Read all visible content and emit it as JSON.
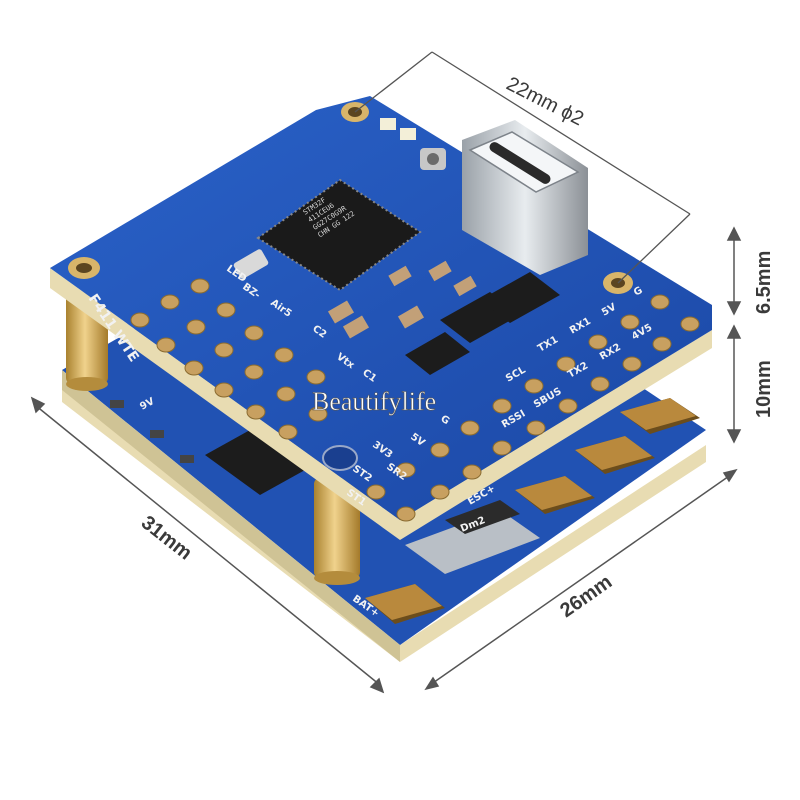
{
  "dimensions": {
    "hole_spacing": "22mm ϕ2",
    "board_height": "6.5mm",
    "stack_height": "10mm",
    "length": "31mm",
    "width": "26mm"
  },
  "board_labels": {
    "name": "F411 WTE",
    "led": "LED",
    "bz": "BZ-",
    "airs": "Air5",
    "c2": "C2",
    "c1": "C1",
    "vtx": "Vtx",
    "tx1": "TX1",
    "rx1": "RX1",
    "five_v_a": "5V",
    "g_a": "G",
    "tx2": "TX2",
    "rx2": "RX2",
    "four_v5": "4V5",
    "scl": "SCL",
    "sbus": "SBUS",
    "rssi": "RSSI",
    "three_v3": "3V3",
    "five_v_b": "5V",
    "g_b": "G",
    "st2": "ST2",
    "st1": "ST1",
    "sr2": "SR2",
    "esc": "ESC+",
    "bat": "BAT+",
    "shunt": "Dm2",
    "nine_v": "9V"
  },
  "chip": {
    "line1": "STM32F",
    "line2": "411CEU6",
    "line3": "GG27C0G9R",
    "line4": "CHN GG 122"
  },
  "watermark": "Beautifylife",
  "colors": {
    "pcb_blue": "#1f4fb3",
    "pcb_blue_dark": "#163a86",
    "pad_gold": "#c8a060",
    "standoff_gold": "#d7b266",
    "board_edge": "#e9dfb8",
    "background": "#ffffff"
  }
}
